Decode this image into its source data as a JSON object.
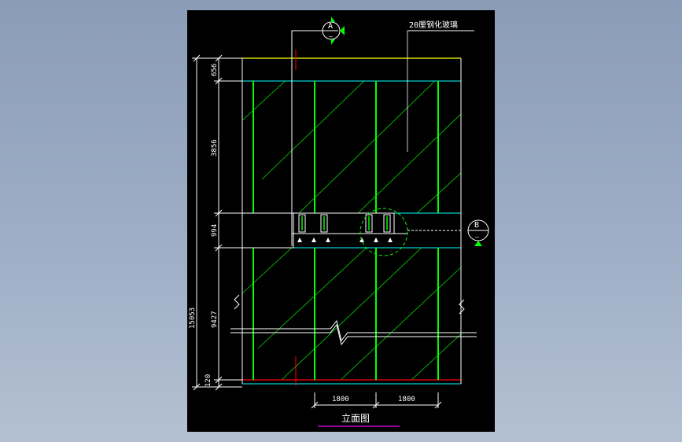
{
  "drawing": {
    "title": "立面图",
    "glass_note": "20厘钢化玻璃",
    "section_a": {
      "letter": "A"
    },
    "section_b": {
      "letter": "B"
    },
    "dimensions": {
      "vertical_total": "15053",
      "vertical_parts": [
        "656",
        "3856",
        "994",
        "9427",
        "120"
      ],
      "horizontal": [
        "1800",
        "1800"
      ]
    }
  },
  "colors": {
    "background": "#000000",
    "grid_lines": "#00ff00",
    "beam_lines": "#00ffff",
    "top_line": "#ffff00",
    "accent_red": "#ff0000",
    "dimension_text": "#ffffff",
    "title_underline": "#cc00cc"
  }
}
